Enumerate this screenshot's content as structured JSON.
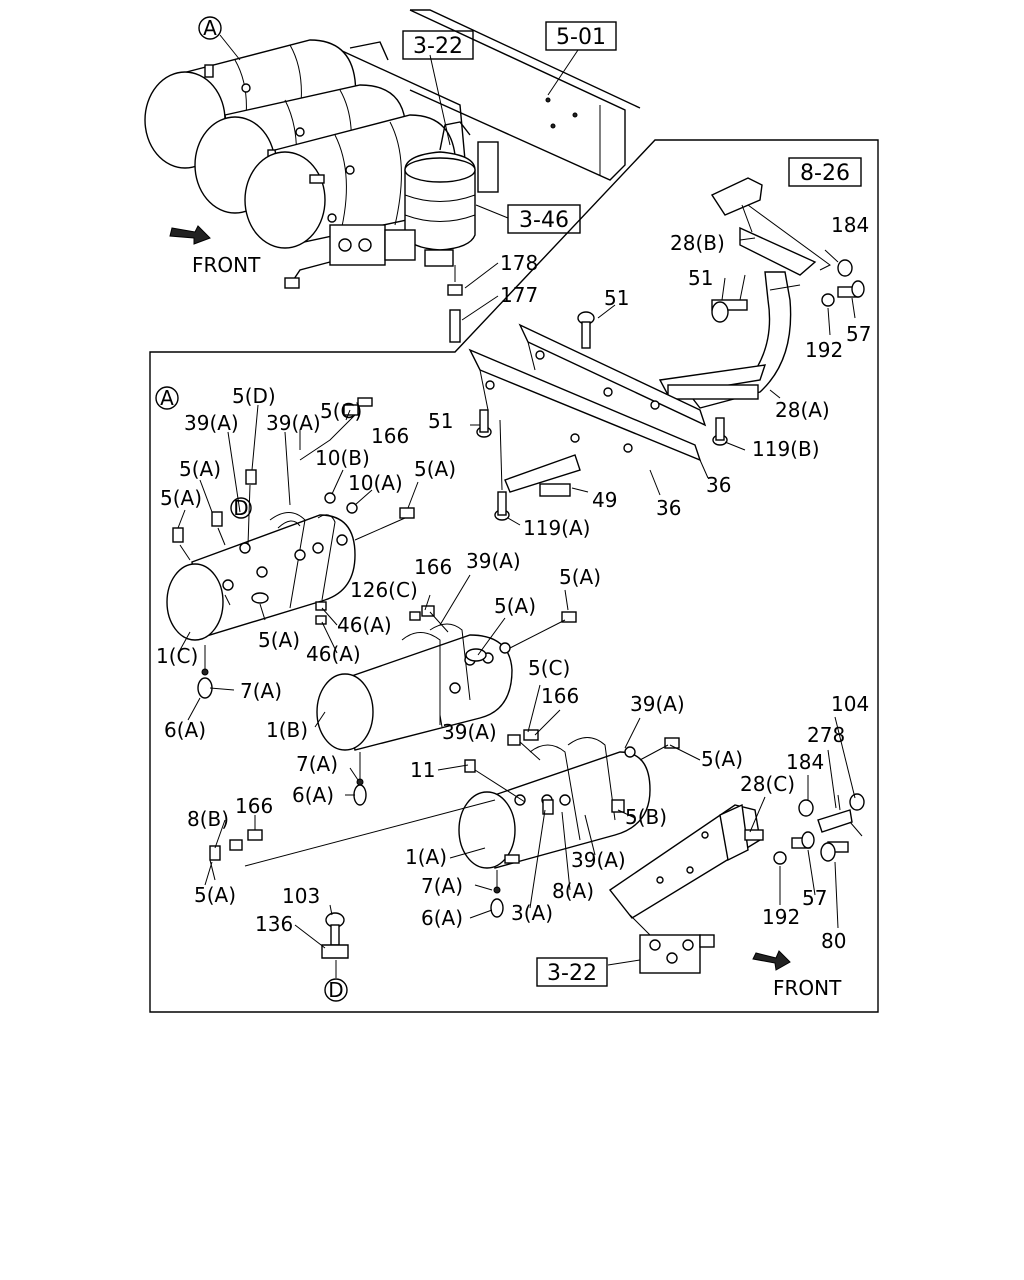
{
  "refs": {
    "r_3_22_top": "3-22",
    "r_5_01": "5-01",
    "r_8_26": "8-26",
    "r_3_46": "3-46",
    "r_3_22_bottom": "3-22"
  },
  "front": {
    "top": "FRONT",
    "bottom": "FRONT"
  },
  "markers": {
    "a_top": "A",
    "a_detail": "A",
    "d_upper": "D",
    "d_lower": "D"
  },
  "labels": {
    "l178": "178",
    "l177": "177",
    "l184_top": "184",
    "l28b": "28(B)",
    "l51_top": "51",
    "l51_mid": "51",
    "l57_top": "57",
    "l192_top": "192",
    "l28a": "28(A)",
    "l51_left": "51",
    "l119b": "119(B)",
    "l36_a": "36",
    "l36_b": "36",
    "l49": "49",
    "l119a": "119(A)",
    "l5d": "5(D)",
    "l5c_top": "5(C)",
    "l39a_1": "39(A)",
    "l39a_2": "39(A)",
    "l166_top": "166",
    "l10b": "10(B)",
    "l10a": "10(A)",
    "l5a_1": "5(A)",
    "l5a_2": "5(A)",
    "l5a_3": "5(A)",
    "l5a_4": "5(A)",
    "l1c": "1(C)",
    "l46a_1": "46(A)",
    "l46a_2": "46(A)",
    "l166_mid": "166",
    "l39a_3": "39(A)",
    "l126c": "126(C)",
    "l5a_5": "5(A)",
    "l5a_6": "5(A)",
    "l7a_1": "7(A)",
    "l6a_1": "6(A)",
    "l1b": "1(B)",
    "l39a_4": "39(A)",
    "l5c_mid": "5(C)",
    "l166_low": "166",
    "l39a_5": "39(A)",
    "l104": "104",
    "l278": "278",
    "l184_low": "184",
    "l28c": "28(C)",
    "l7a_2": "7(A)",
    "l6a_2": "6(A)",
    "l11": "11",
    "l5a_7": "5(A)",
    "l8b": "8(B)",
    "l166_left": "166",
    "l5b": "5(B)",
    "l1a": "1(A)",
    "l39a_6": "39(A)",
    "l8a": "8(A)",
    "l5a_8": "5(A)",
    "l7a_3": "7(A)",
    "l3a": "3(A)",
    "l6a_3": "6(A)",
    "l57_low": "57",
    "l192_low": "192",
    "l80": "80",
    "l103": "103",
    "l136": "136"
  }
}
